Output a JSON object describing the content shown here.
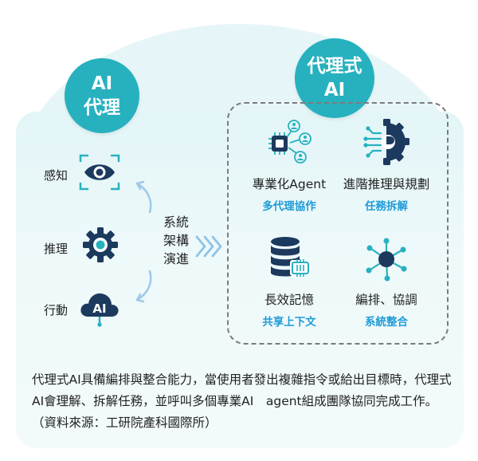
{
  "left_circle": {
    "line1": "AI",
    "line2": "代理"
  },
  "right_circle": {
    "line1": "代理式",
    "line2": "AI"
  },
  "left_items": [
    {
      "label": "感知",
      "icon": "eye-icon"
    },
    {
      "label": "推理",
      "icon": "gear-icon"
    },
    {
      "label": "行動",
      "icon": "ai-cloud-icon"
    }
  ],
  "evolution": {
    "line1": "系統",
    "line2": "架構",
    "line3": "演進"
  },
  "agentic_cells": [
    {
      "title": "專業化Agent",
      "subtitle": "多代理協作",
      "icon": "multi-agent-chip-icon"
    },
    {
      "title": "進階推理與規劃",
      "subtitle": "任務拆解",
      "icon": "circuit-gear-icon"
    },
    {
      "title": "長效記憶",
      "subtitle": "共享上下文",
      "icon": "database-icon"
    },
    {
      "title": "編排、協調",
      "subtitle": "系統整合",
      "icon": "network-hub-icon"
    }
  ],
  "caption": "代理式AI具備編排與整合能力，當使用者發出複雜指令或給出目標時，代理式AI會理解、拆解任務，並呼叫多個專業AI　agent組成團隊協同完成工作。（資料來源：工研院產科國際所）",
  "colors": {
    "teal": "#27b1bf",
    "navy": "#1c3a5e",
    "accent_blue": "#1e9bd7",
    "background": "#e6f6f8"
  }
}
